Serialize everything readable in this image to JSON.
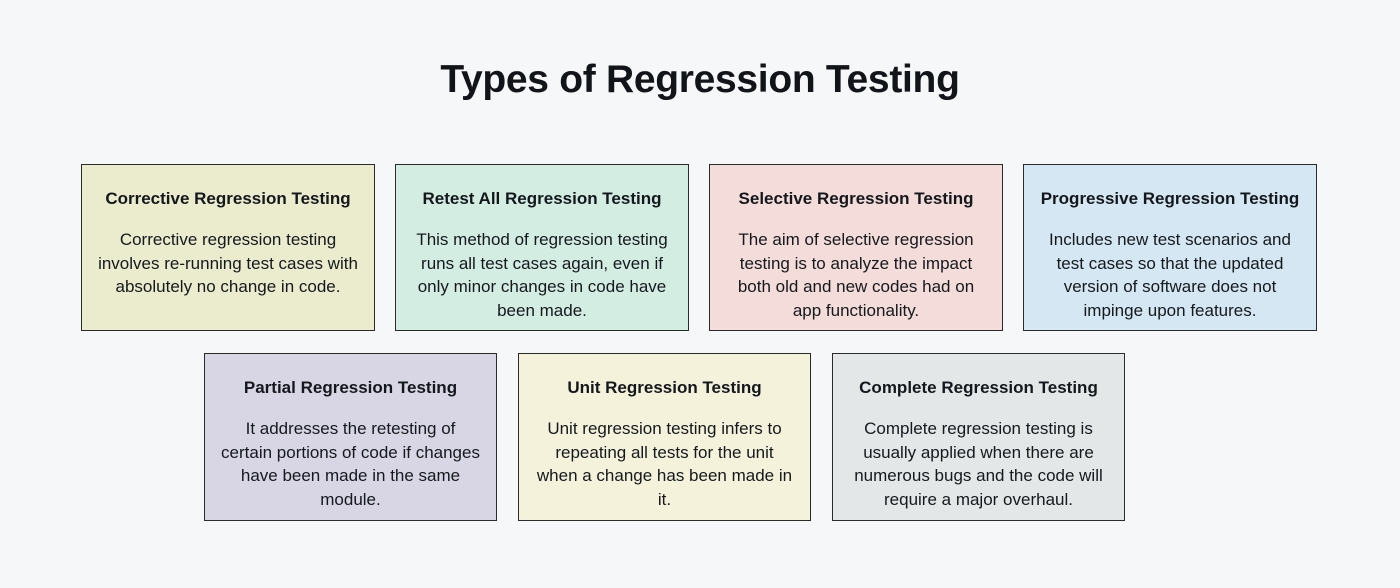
{
  "page": {
    "title": "Types of Regression Testing",
    "background_color": "#f6f7f9",
    "text_color": "#14181c",
    "border_color": "#2b2b2b"
  },
  "rows": {
    "top": [
      {
        "title": "Corrective Regression Testing",
        "body": "Corrective regression testing involves re-running test cases with absolutely no change in code.",
        "color": "#ebebce"
      },
      {
        "title": "Retest All Regression Testing",
        "body": "This method of regression testing runs all test cases again, even if only minor changes in code have been made.",
        "color": "#d4ede2"
      },
      {
        "title": "Selective Regression Testing",
        "body": "The aim of selective regression testing is to analyze the impact both old and new codes had on app functionality.",
        "color": "#f3dcd9"
      },
      {
        "title": "Progressive Regression Testing",
        "body": "Includes new test scenarios and test cases so that the updated version of software does not impinge upon features.",
        "color": "#d5e7f2"
      }
    ],
    "bottom": [
      {
        "title": "Partial Regression Testing",
        "body": "It addresses the retesting of certain portions of code if changes have been made in the same module.",
        "color": "#d8d6e4"
      },
      {
        "title": "Unit Regression Testing",
        "body": "Unit regression testing infers to repeating all tests for the unit when a change has been made in it.",
        "color": "#f5f2dc"
      },
      {
        "title": "Complete Regression Testing",
        "body": "Complete regression testing is usually applied when there are numerous bugs and the code will require a major overhaul.",
        "color": "#e3e7e8"
      }
    ]
  }
}
